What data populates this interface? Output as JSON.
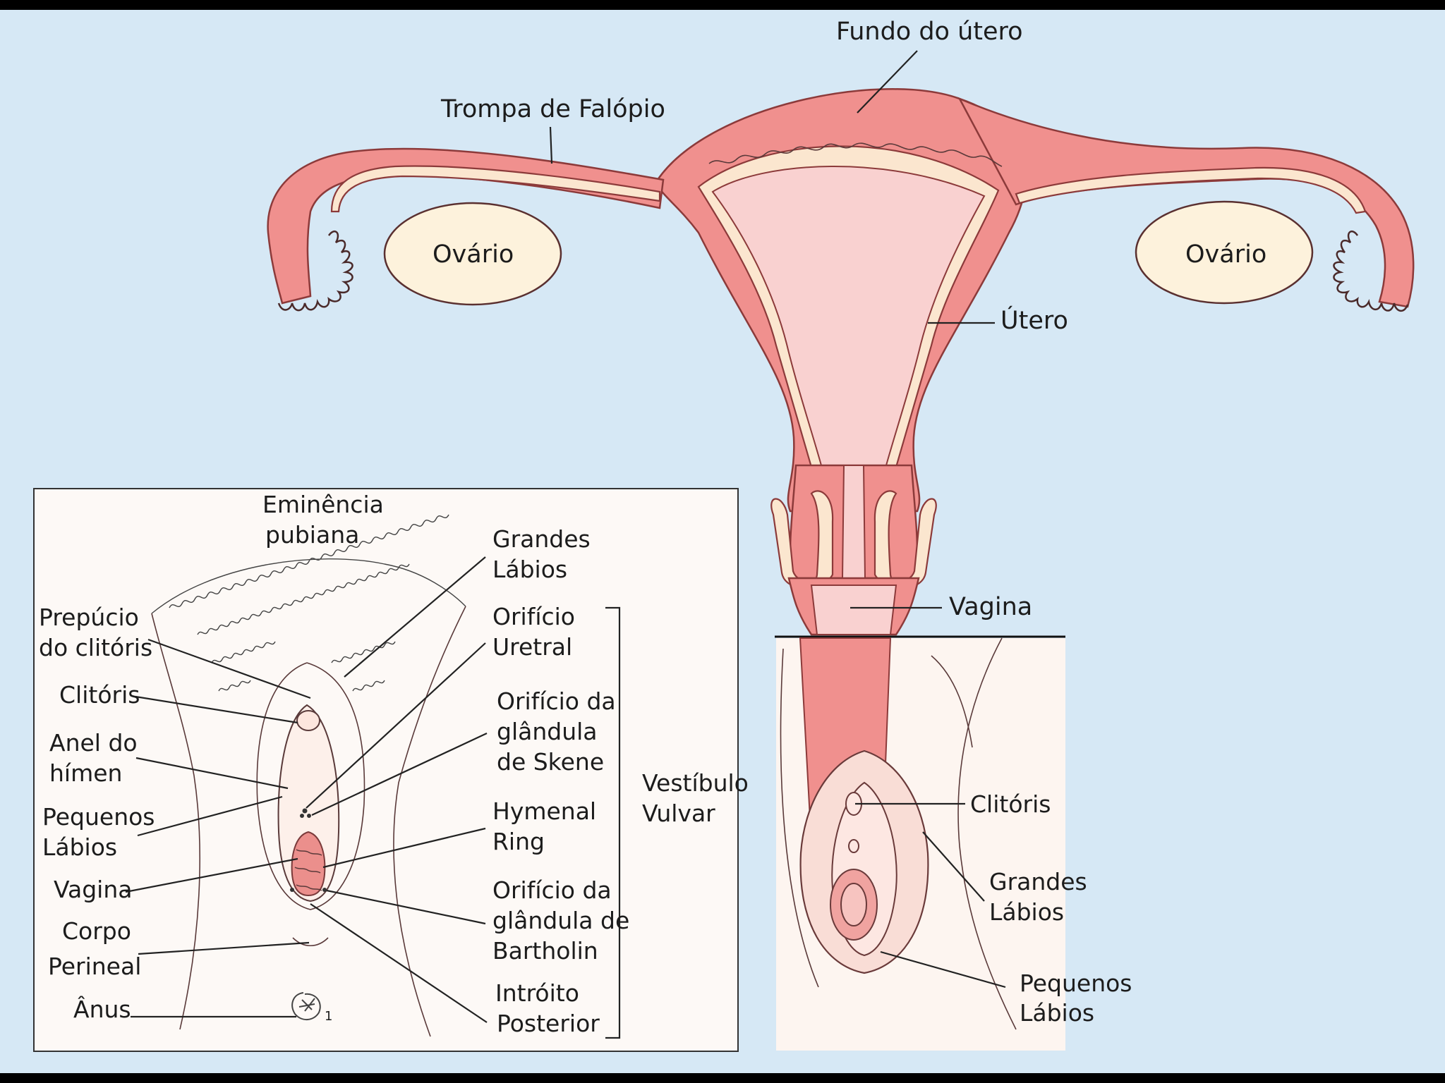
{
  "colors": {
    "background": "#d6e8f5",
    "frame": "#000000",
    "tissue": "#f0908e",
    "lining": "#fbe6cf",
    "cavity": "#f9d1d0",
    "ovary": "#fdf2dc",
    "inset_bg": "#fdf9f6"
  },
  "top": {
    "fundus": "Fundo do útero",
    "fallopian_tube": "Trompa de Falópio",
    "ovary_left": "Ovário",
    "ovary_right": "Ovário",
    "uterus": "Útero",
    "vagina": "Vagina"
  },
  "right_inset": {
    "clitoris": "Clitóris",
    "labia_majora": [
      "Grandes",
      "Lábios"
    ],
    "labia_minora": [
      "Pequenos",
      "Lábios"
    ]
  },
  "left_inset": {
    "pubic": [
      "Eminência",
      "pubiana"
    ],
    "prepuce": [
      "Prepúcio",
      "do clitóris"
    ],
    "clitoris": "Clitóris",
    "hymen_ring": [
      "Anel do",
      "hímen"
    ],
    "labia_minora": [
      "Pequenos",
      "Lábios"
    ],
    "vagina": "Vagina",
    "perineal": [
      "Corpo",
      "Perineal"
    ],
    "anus": "Ânus",
    "anus_mark": "1",
    "labia_majora": [
      "Grandes",
      "Lábios"
    ],
    "urethral": [
      "Orifício",
      "Uretral"
    ],
    "skene": [
      "Orifício da",
      "glândula",
      "de Skene"
    ],
    "hymenal_ring": [
      "Hymenal",
      "Ring"
    ],
    "bartholin": [
      "Orifício da",
      "glândula de",
      "Bartholin"
    ],
    "posterior": [
      "Intróito",
      "Posterior"
    ],
    "vestibule": [
      "Vestíbulo",
      "Vulvar"
    ]
  }
}
